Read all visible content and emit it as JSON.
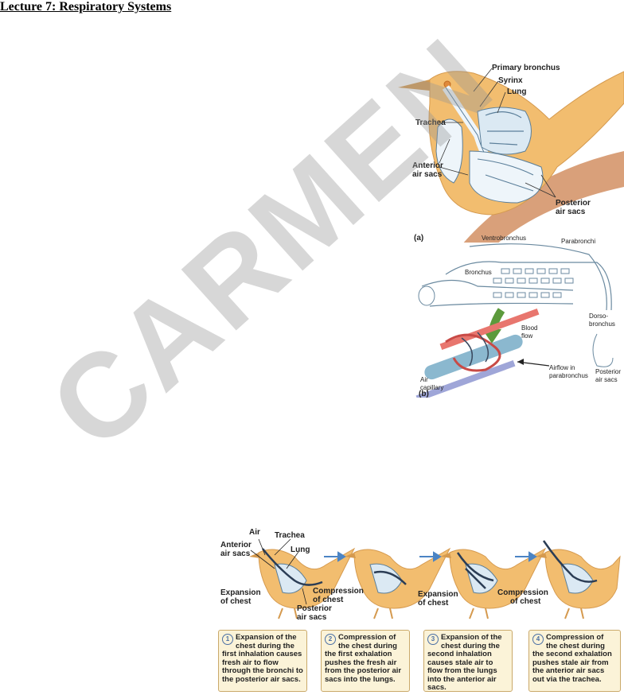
{
  "title": "Lecture 7: Respiratory Systems",
  "watermark": "CARMEN",
  "figure_a": {
    "panel": "(a)",
    "labels": {
      "primary_bronchus": "Primary bronchus",
      "syrinx": "Syrinx",
      "lung": "Lung",
      "trachea": "Trachea",
      "anterior_air_sacs_1": "Anterior",
      "anterior_air_sacs_2": "air sacs",
      "posterior_air_sacs_1": "Posterior",
      "posterior_air_sacs_2": "air sacs"
    }
  },
  "figure_b": {
    "panel": "(b)",
    "labels": {
      "ventrobronchus": "Ventrobronchus",
      "parabronchi": "Parabronchi",
      "bronchus": "Bronchus",
      "dorso_1": "Dorso-",
      "dorso_2": "bronchus",
      "blood_1": "Blood",
      "blood_2": "flow",
      "posterior_1": "Posterior",
      "posterior_2": "air sacs",
      "air_1": "Air",
      "air_2": "capillary",
      "airflow_1": "Airflow in",
      "airflow_2": "parabronchus"
    }
  },
  "figure_c": {
    "labels": {
      "air": "Air",
      "trachea": "Trachea",
      "lung": "Lung",
      "anterior_1": "Anterior",
      "anterior_2": "air sacs",
      "expansion_1": "Expansion",
      "expansion_2": "of chest",
      "posterior_1": "Posterior",
      "posterior_2": "air sacs",
      "compression_1": "Compression",
      "compression_2": "of chest",
      "expansion2_1": "Expansion",
      "expansion2_2": "of chest",
      "compression2_1": "Compression",
      "compression2_2": "of chest"
    },
    "steps": [
      {
        "num": "1",
        "text": "Expansion of the chest during the first inhalation causes fresh air to flow through the bronchi to the posterior air sacs."
      },
      {
        "num": "2",
        "text": "Compression of the chest during the first exhalation pushes the fresh air from the posterior air sacs into the lungs."
      },
      {
        "num": "3",
        "text": "Expansion of the chest during the second inhalation causes stale air to flow from the lungs into the anterior air sacs."
      },
      {
        "num": "4",
        "text": "Compression of the chest during the second exhalation pushes stale air from the anterior air sacs out via the trachea."
      }
    ]
  },
  "colors": {
    "bird": "#f2bd6f",
    "branch": "#d9a07a",
    "lung": "#dbe9f3",
    "blood": "#e8766e",
    "capillary": "#8bb8cf",
    "arrow": "#4b84c4"
  }
}
